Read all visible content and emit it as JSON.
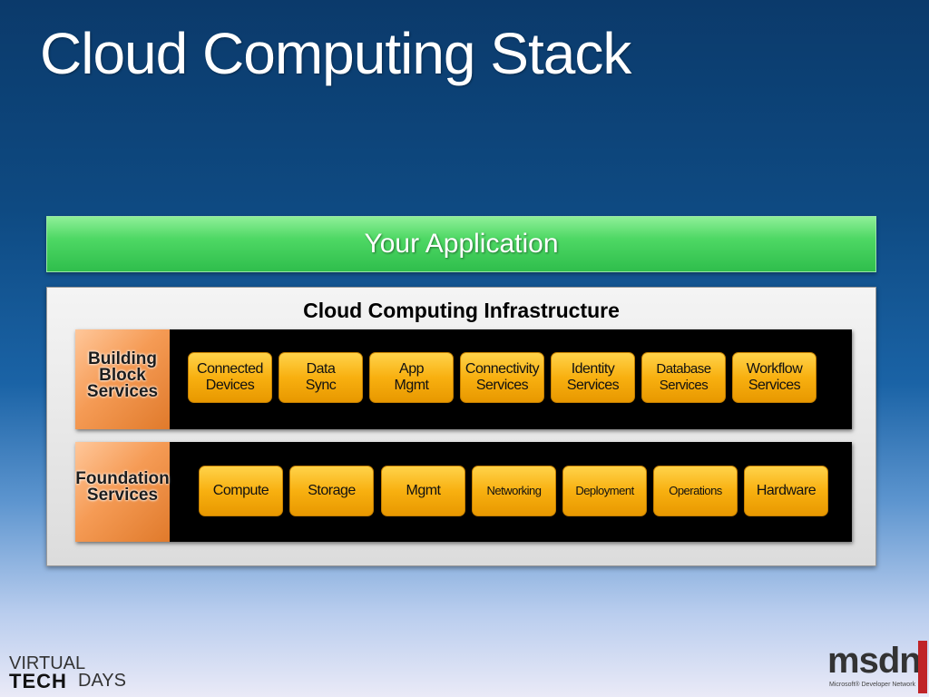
{
  "slide": {
    "title": "Cloud Computing Stack"
  },
  "application": {
    "label": "Your Application"
  },
  "infrastructure": {
    "title": "Cloud Computing Infrastructure",
    "building_block": {
      "label": "Building\nBlock\nServices",
      "services": [
        "Connected\nDevices",
        "Data\nSync",
        "App\nMgmt",
        "Connectivity\nServices",
        "Identity\nServices",
        "Database\nServices",
        "Workflow\nServices"
      ]
    },
    "foundation": {
      "label": "Foundation\nServices",
      "services": [
        "Compute",
        "Storage",
        "Mgmt",
        "Networking",
        "Deployment",
        "Operations",
        "Hardware"
      ]
    }
  },
  "branding": {
    "vtd_line1": "VIRTUAL",
    "vtd_line2": "TECH",
    "vtd_line3": "DAYS",
    "msdn_word": "msdn",
    "msdn_sub": "Microsoft® Developer Network"
  },
  "colors": {
    "app_bar": "#3fcf58",
    "chip": "#f8b010",
    "label_orange": "#f59b55",
    "background_top": "#0b3a6b",
    "background_bottom": "#eaeaf7"
  }
}
